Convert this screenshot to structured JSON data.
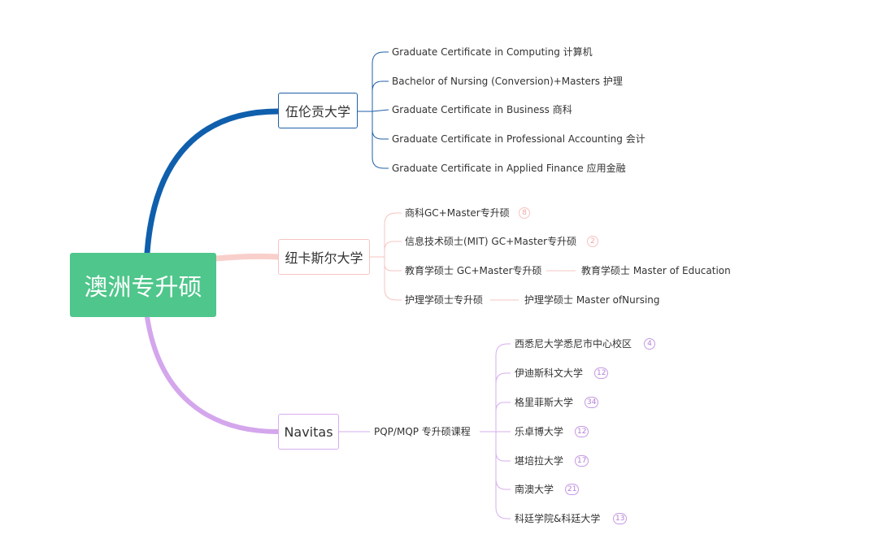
{
  "colors": {
    "root_bg": "#4fc68b",
    "branch1": "#1f5fa8",
    "branch2": "#f9cfcb",
    "branch3": "#d4a6ec",
    "badge_pink": "#f3a6a6",
    "badge_purple": "#b47ed8"
  },
  "root": {
    "label": "澳洲专升硕"
  },
  "branches": [
    {
      "label": "伍伦贡大学",
      "children": [
        {
          "label": "Graduate Certificate in Computing 计算机"
        },
        {
          "label": "Bachelor of Nursing (Conversion)+Masters 护理"
        },
        {
          "label": "Graduate Certificate in Business 商科"
        },
        {
          "label": "Graduate Certificate in Professional Accounting 会计"
        },
        {
          "label": "Graduate Certificate in Applied Finance 应用金融"
        }
      ]
    },
    {
      "label": "纽卡斯尔大学",
      "children": [
        {
          "label": "商科GC+Master专升硕",
          "count": "8"
        },
        {
          "label": "信息技术硕士(MIT) GC+Master专升硕",
          "count": "2"
        },
        {
          "label": "教育学硕士 GC+Master专升硕",
          "child": "教育学硕士 Master of Education"
        },
        {
          "label": "护理学硕士专升硕",
          "child": "护理学硕士 Master ofNursing"
        }
      ]
    },
    {
      "label": "Navitas",
      "sub": {
        "label": "PQP/MQP 专升硕课程",
        "children": [
          {
            "label": "西悉尼大学悉尼市中心校区",
            "count": "4"
          },
          {
            "label": "伊迪斯科文大学",
            "count": "12"
          },
          {
            "label": "格里菲斯大学",
            "count": "34"
          },
          {
            "label": "乐卓博大学",
            "count": "12"
          },
          {
            "label": "堪培拉大学",
            "count": "17"
          },
          {
            "label": "南澳大学",
            "count": "21"
          },
          {
            "label": "科廷学院&科廷大学",
            "count": "13"
          }
        ]
      }
    }
  ]
}
